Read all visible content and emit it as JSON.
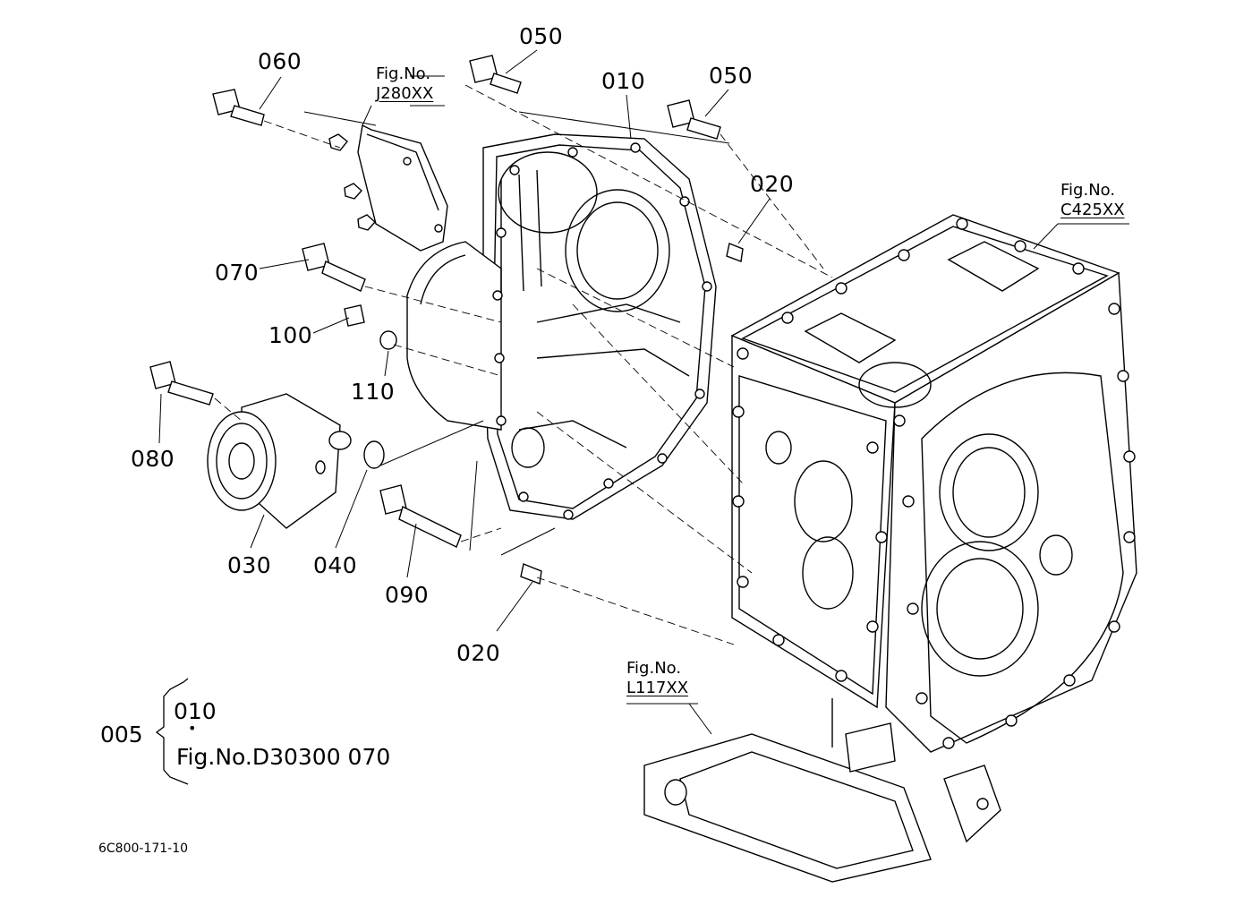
{
  "labels": {
    "p005": "005",
    "p010": "010",
    "p010b": "010",
    "p020a": "020",
    "p020b": "020",
    "p030": "030",
    "p040": "040",
    "p050a": "050",
    "p050b": "050",
    "p060": "060",
    "p070": "070",
    "p080": "080",
    "p090": "090",
    "p100": "100",
    "p110": "110"
  },
  "figrefs": {
    "j280": {
      "line1": "Fig.No.",
      "line2": "J280XX"
    },
    "c425": {
      "line1": "Fig.No.",
      "line2": "C425XX"
    },
    "l117": {
      "line1": "Fig.No.",
      "line2": "L117XX"
    }
  },
  "legend": {
    "group": "005",
    "item1": "010",
    "dot": "•",
    "item2": "Fig.No.D30300  070"
  },
  "drawing_code": "6C800-171-10"
}
